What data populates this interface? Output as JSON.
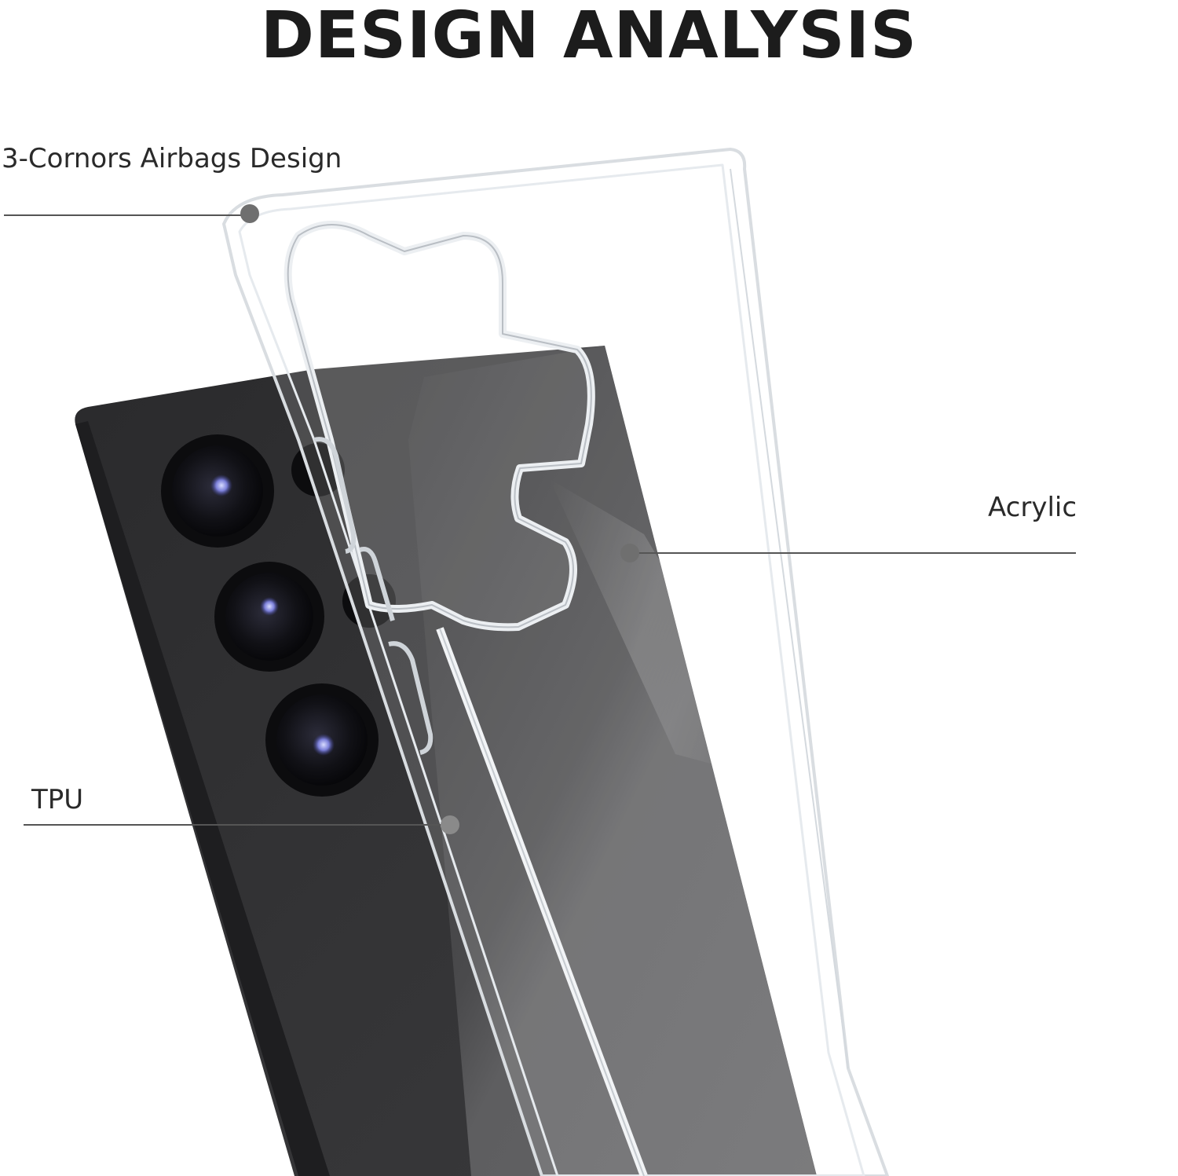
{
  "title": "DESIGN ANALYSIS",
  "callouts": {
    "airbags": "3-Cornors Airbags Design",
    "acrylic": "Acrylic",
    "tpu": "TPU"
  },
  "colors": {
    "background": "#ffffff",
    "title_text": "#1c1c1c",
    "phone_body": "#2b2b2b",
    "case_edge": "#e8ecef",
    "leader_line": "#555555"
  }
}
